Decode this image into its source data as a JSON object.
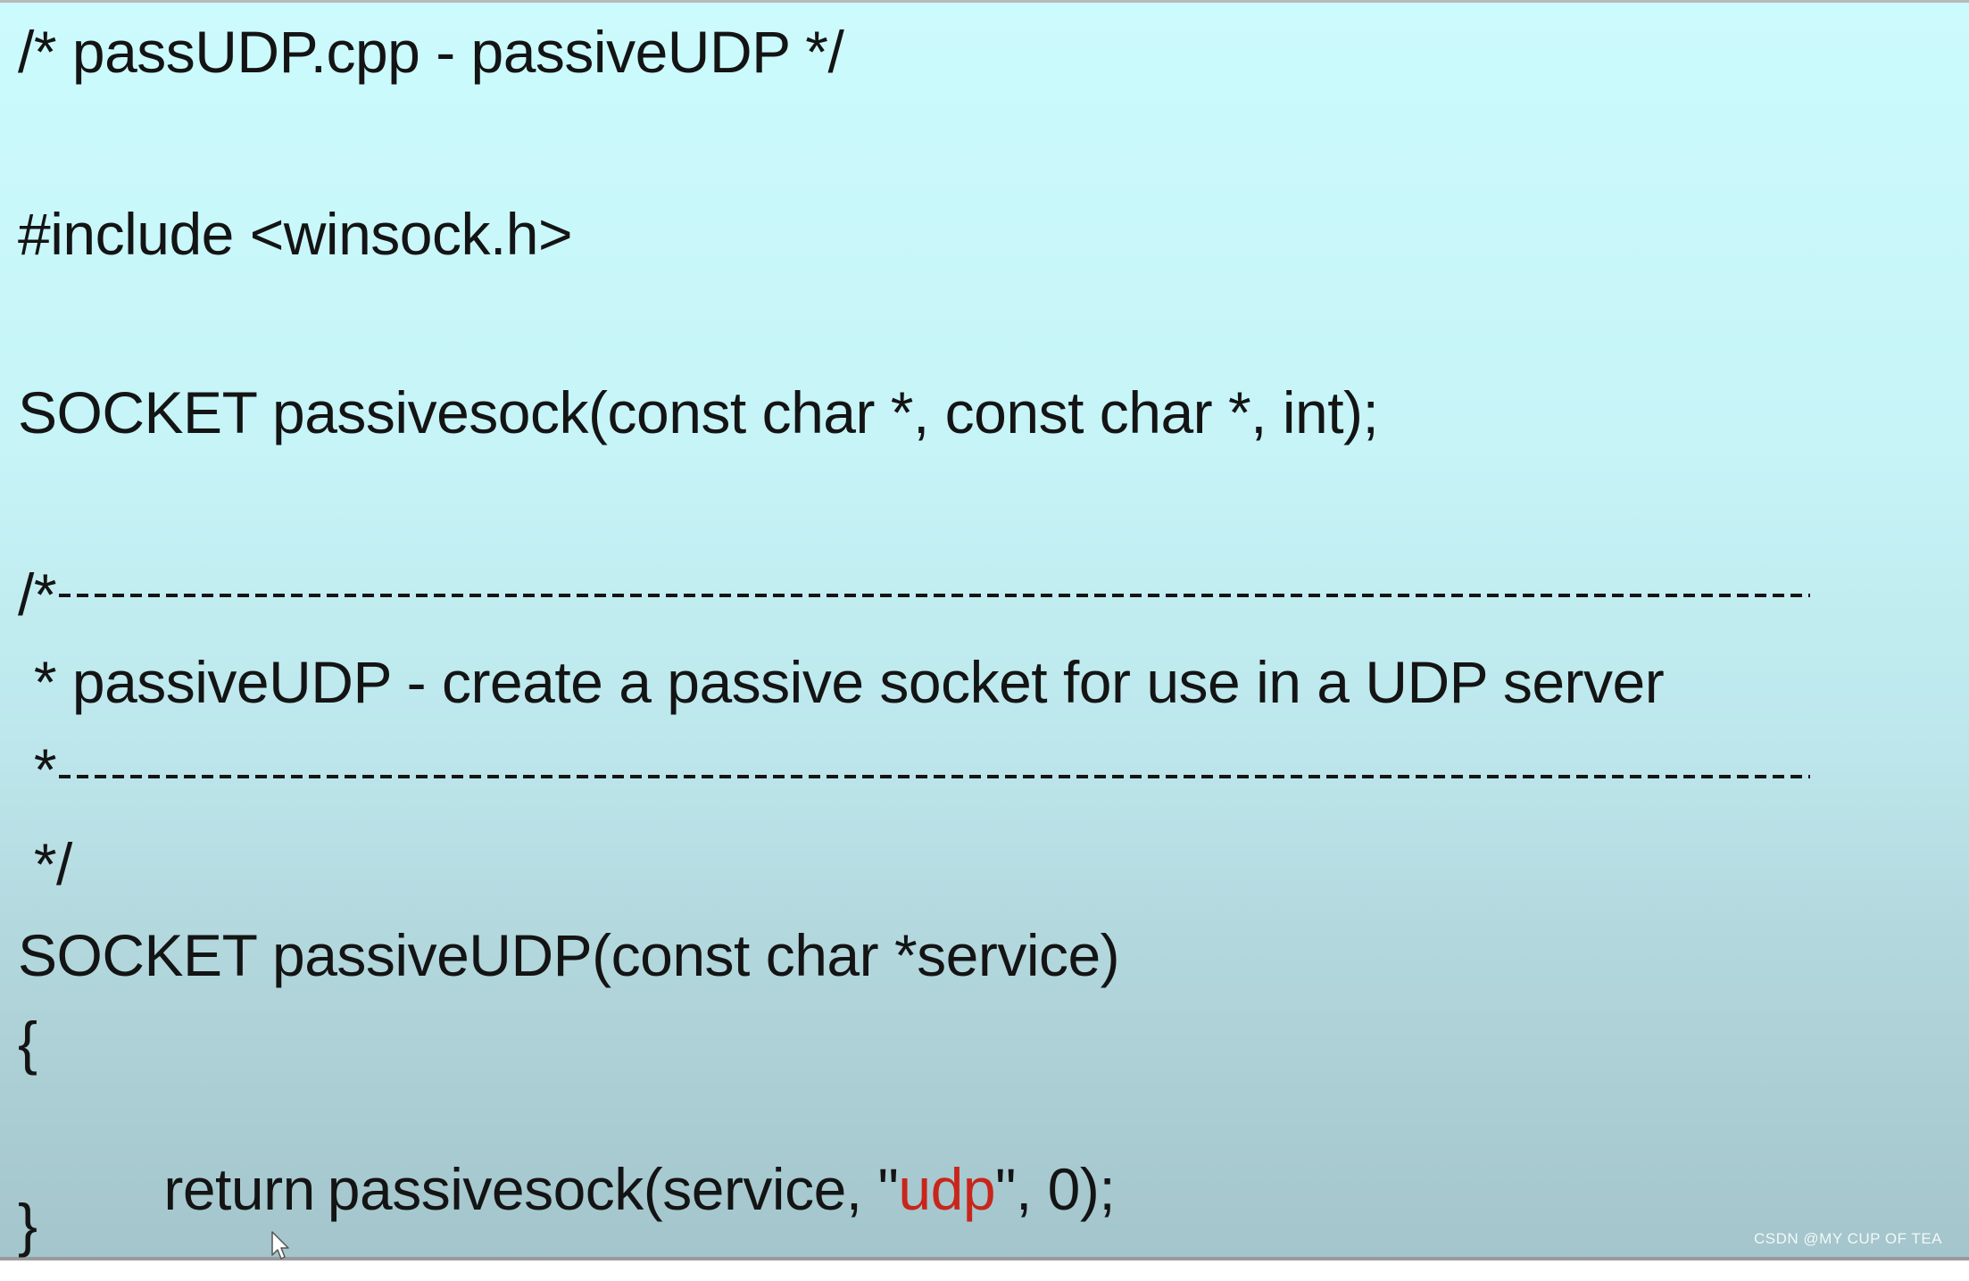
{
  "slide": {
    "lines": {
      "header_comment": "/* passUDP.cpp - passiveUDP */",
      "include": "#include <winsock.h>",
      "prototype": "SOCKET passivesock(const char *, const char *, int);",
      "block_open": "/*",
      "block_desc": " * passiveUDP - create a passive socket for use in a UDP server",
      "block_star": " *",
      "block_close": " */",
      "func_sig": "SOCKET passiveUDP(const char *service)",
      "brace_open": "{",
      "brace_close": "}"
    },
    "return_line": {
      "keyword": "return",
      "before": "passivesock(service, \"",
      "highlight": "udp",
      "after": "\", 0);"
    },
    "colors": {
      "highlight": "#c8261c",
      "text": "#141414"
    }
  },
  "overlay": {
    "cursor_icon": "mouse-pointer-icon",
    "watermark": "CSDN @MY CUP OF TEA"
  }
}
